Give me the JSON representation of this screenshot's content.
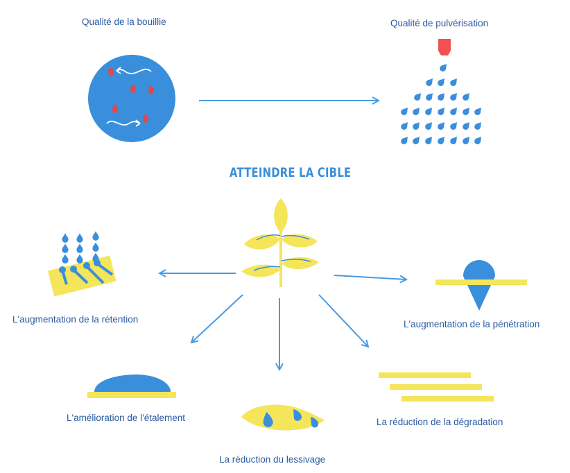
{
  "colors": {
    "blue": "#3a8fdc",
    "blue_dark": "#2a74c4",
    "yellow": "#f4e55a",
    "red": "#e2474d",
    "label": "#2a5aa0"
  },
  "top": {
    "left_label": "Qualité de la bouillie",
    "right_label": "Qualité de pulvérisation"
  },
  "heading": "ATTEINDRE LA CIBLE",
  "outcomes": {
    "retention": "L'augmentation de la rétention",
    "penetration": "L'augmentation de la pénétration",
    "spreading": "L'amélioration de l'étalement",
    "degradation": "La réduction de la dégradation",
    "washoff": "La réduction du lessivage"
  },
  "icons": {
    "mixture": "spray-mixture-circle-icon",
    "nozzle": "nozzle-droplets-icon",
    "plant": "plant-leaves-icon",
    "retention": "droplets-on-leaf-icon",
    "penetration": "droplet-penetrating-leaf-icon",
    "spreading": "spread-droplet-icon",
    "degradation": "stacked-leaf-layers-icon",
    "washoff": "droplets-on-leaf-icon"
  }
}
